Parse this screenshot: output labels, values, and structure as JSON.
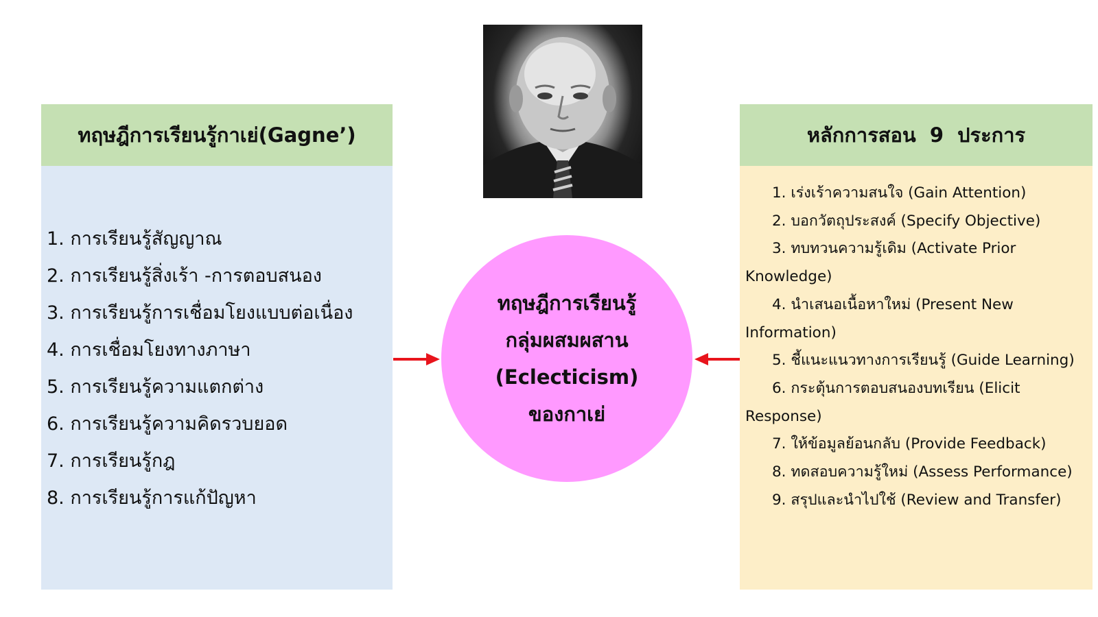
{
  "left_panel": {
    "title": "ทฤษฎีการเรียนรู้กาเย่(Gagne’)",
    "items": [
      "1. การเรียนรู้สัญญาณ",
      "2. การเรียนรู้สิ่งเร้า -การตอบสนอง",
      "3. การเรียนรู้การเชื่อมโยงแบบต่อเนื่อง",
      "4. การเชื่อมโยงทางภาษา",
      "5. การเรียนรู้ความแตกต่าง",
      "6. การเรียนรู้ความคิดรวบยอด",
      "7. การเรียนรู้กฎ",
      "8. การเรียนรู้การแก้ปัญหา"
    ]
  },
  "center": {
    "lines": [
      "ทฤษฎีการเรียนรู้",
      "กลุ่มผสมผสาน",
      "(Eclecticism)",
      "ของกาเย่"
    ]
  },
  "right_panel": {
    "title": "หลักการสอน  9  ประการ",
    "items": [
      "1. เร่งเร้าความสนใจ (Gain Attention)",
      "2. บอกวัตถุประสงค์ (Specify Objective)",
      "3. ทบทวนความรู้เดิม (Activate Prior Knowledge)",
      "4. นำเสนอเนื้อหาใหม่ (Present New Information)",
      "5. ชี้แนะแนวทางการเรียนรู้ (Guide Learning)",
      "6. กระตุ้นการตอบสนองบทเรียน (Elicit Response)",
      "7. ให้ข้อมูลย้อนกลับ (Provide Feedback)",
      "8. ทดสอบความรู้ใหม่ (Assess Performance)",
      "9. สรุปและนำไปใช้ (Review and Transfer)"
    ]
  },
  "colors": {
    "header_green": "#c5e0b3",
    "left_body_blue": "#dde8f5",
    "right_body_yellow": "#fdeec8",
    "circle_pink": "#ff99ff",
    "arrow_red": "#e8141c"
  }
}
